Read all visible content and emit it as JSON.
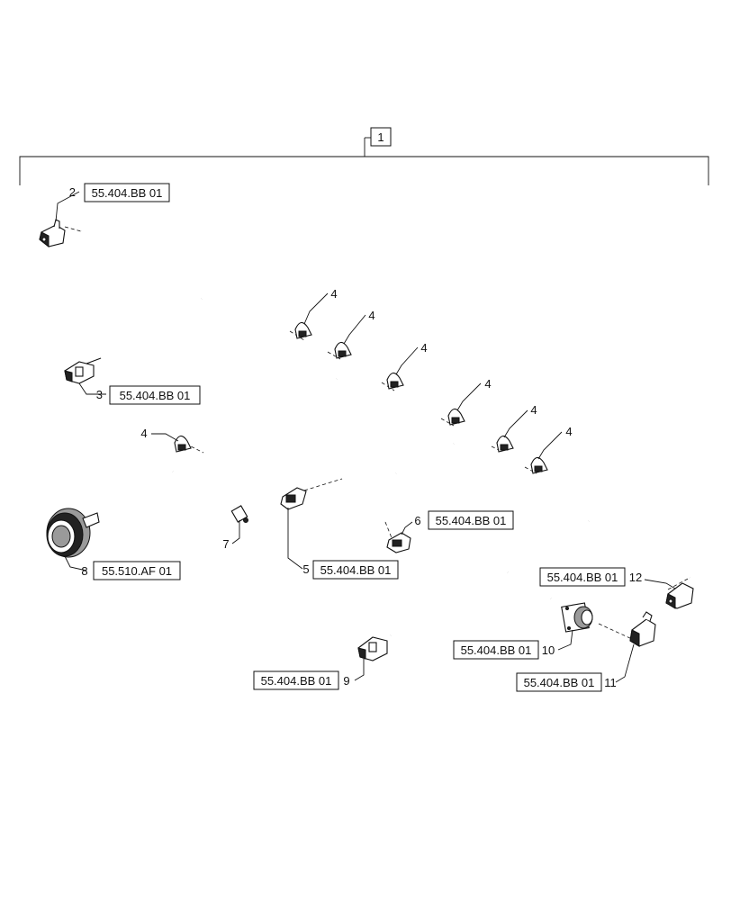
{
  "assembly": {
    "item": "1"
  },
  "callouts": {
    "c2": {
      "item": "2",
      "ref": "55.404.BB 01"
    },
    "c3": {
      "item": "3",
      "ref": "55.404.BB 01"
    },
    "c4": {
      "item": "4"
    },
    "c5": {
      "item": "5",
      "ref": "55.404.BB 01"
    },
    "c6": {
      "item": "6",
      "ref": "55.404.BB 01"
    },
    "c7": {
      "item": "7"
    },
    "c8": {
      "item": "8",
      "ref": "55.510.AF 01"
    },
    "c9": {
      "item": "9",
      "ref": "55.404.BB 01"
    },
    "c10": {
      "item": "10",
      "ref": "55.404.BB 01"
    },
    "c11": {
      "item": "11",
      "ref": "55.404.BB 01"
    },
    "c12": {
      "item": "12",
      "ref": "55.404.BB 01"
    }
  }
}
